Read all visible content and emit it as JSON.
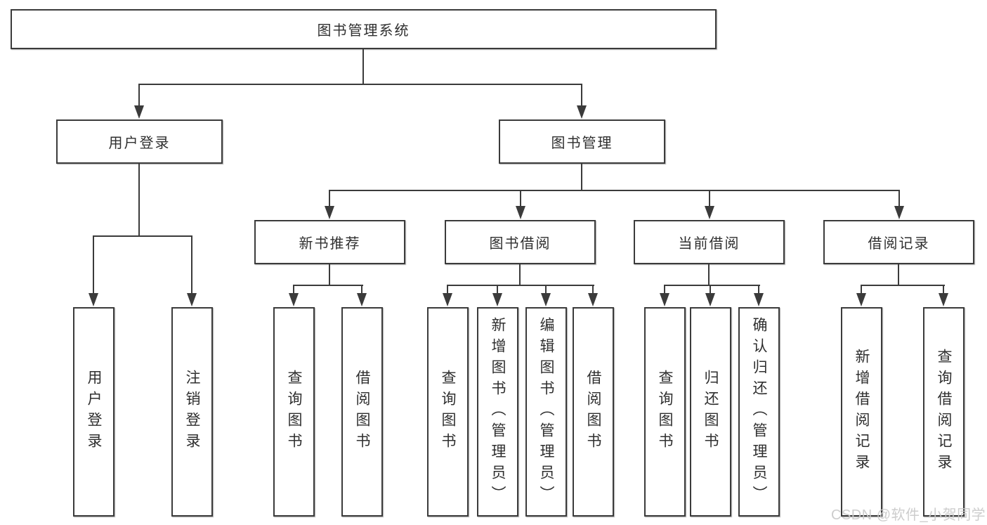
{
  "diagram": {
    "title": "图书管理系统",
    "user": {
      "label": "用户登录",
      "children": {
        "login": "用户登录",
        "logout": "注销登录"
      }
    },
    "book": {
      "label": "图书管理",
      "sections": {
        "recommend": {
          "label": "新书推荐",
          "children": {
            "query": "查询图书",
            "borrow": "借阅图书"
          }
        },
        "borrowing": {
          "label": "图书借阅",
          "children": {
            "query": "查询图书",
            "add": "新增图书（管理员）",
            "edit": "编辑图书（管理员）",
            "borrow": "借阅图书"
          }
        },
        "current": {
          "label": "当前借阅",
          "children": {
            "query": "查询图书",
            "return": "归还图书",
            "confirm": "确认归还（管理员）"
          }
        },
        "records": {
          "label": "借阅记录",
          "children": {
            "add": "新增借阅记录",
            "query": "查询借阅记录"
          }
        }
      }
    }
  },
  "watermark": {
    "text": "CSDN @软件_小贺同学"
  },
  "colors": {
    "line": "#3b3b3b",
    "text": "#2f2f2f",
    "background": "#ffffff",
    "watermark": "#cacaca"
  }
}
